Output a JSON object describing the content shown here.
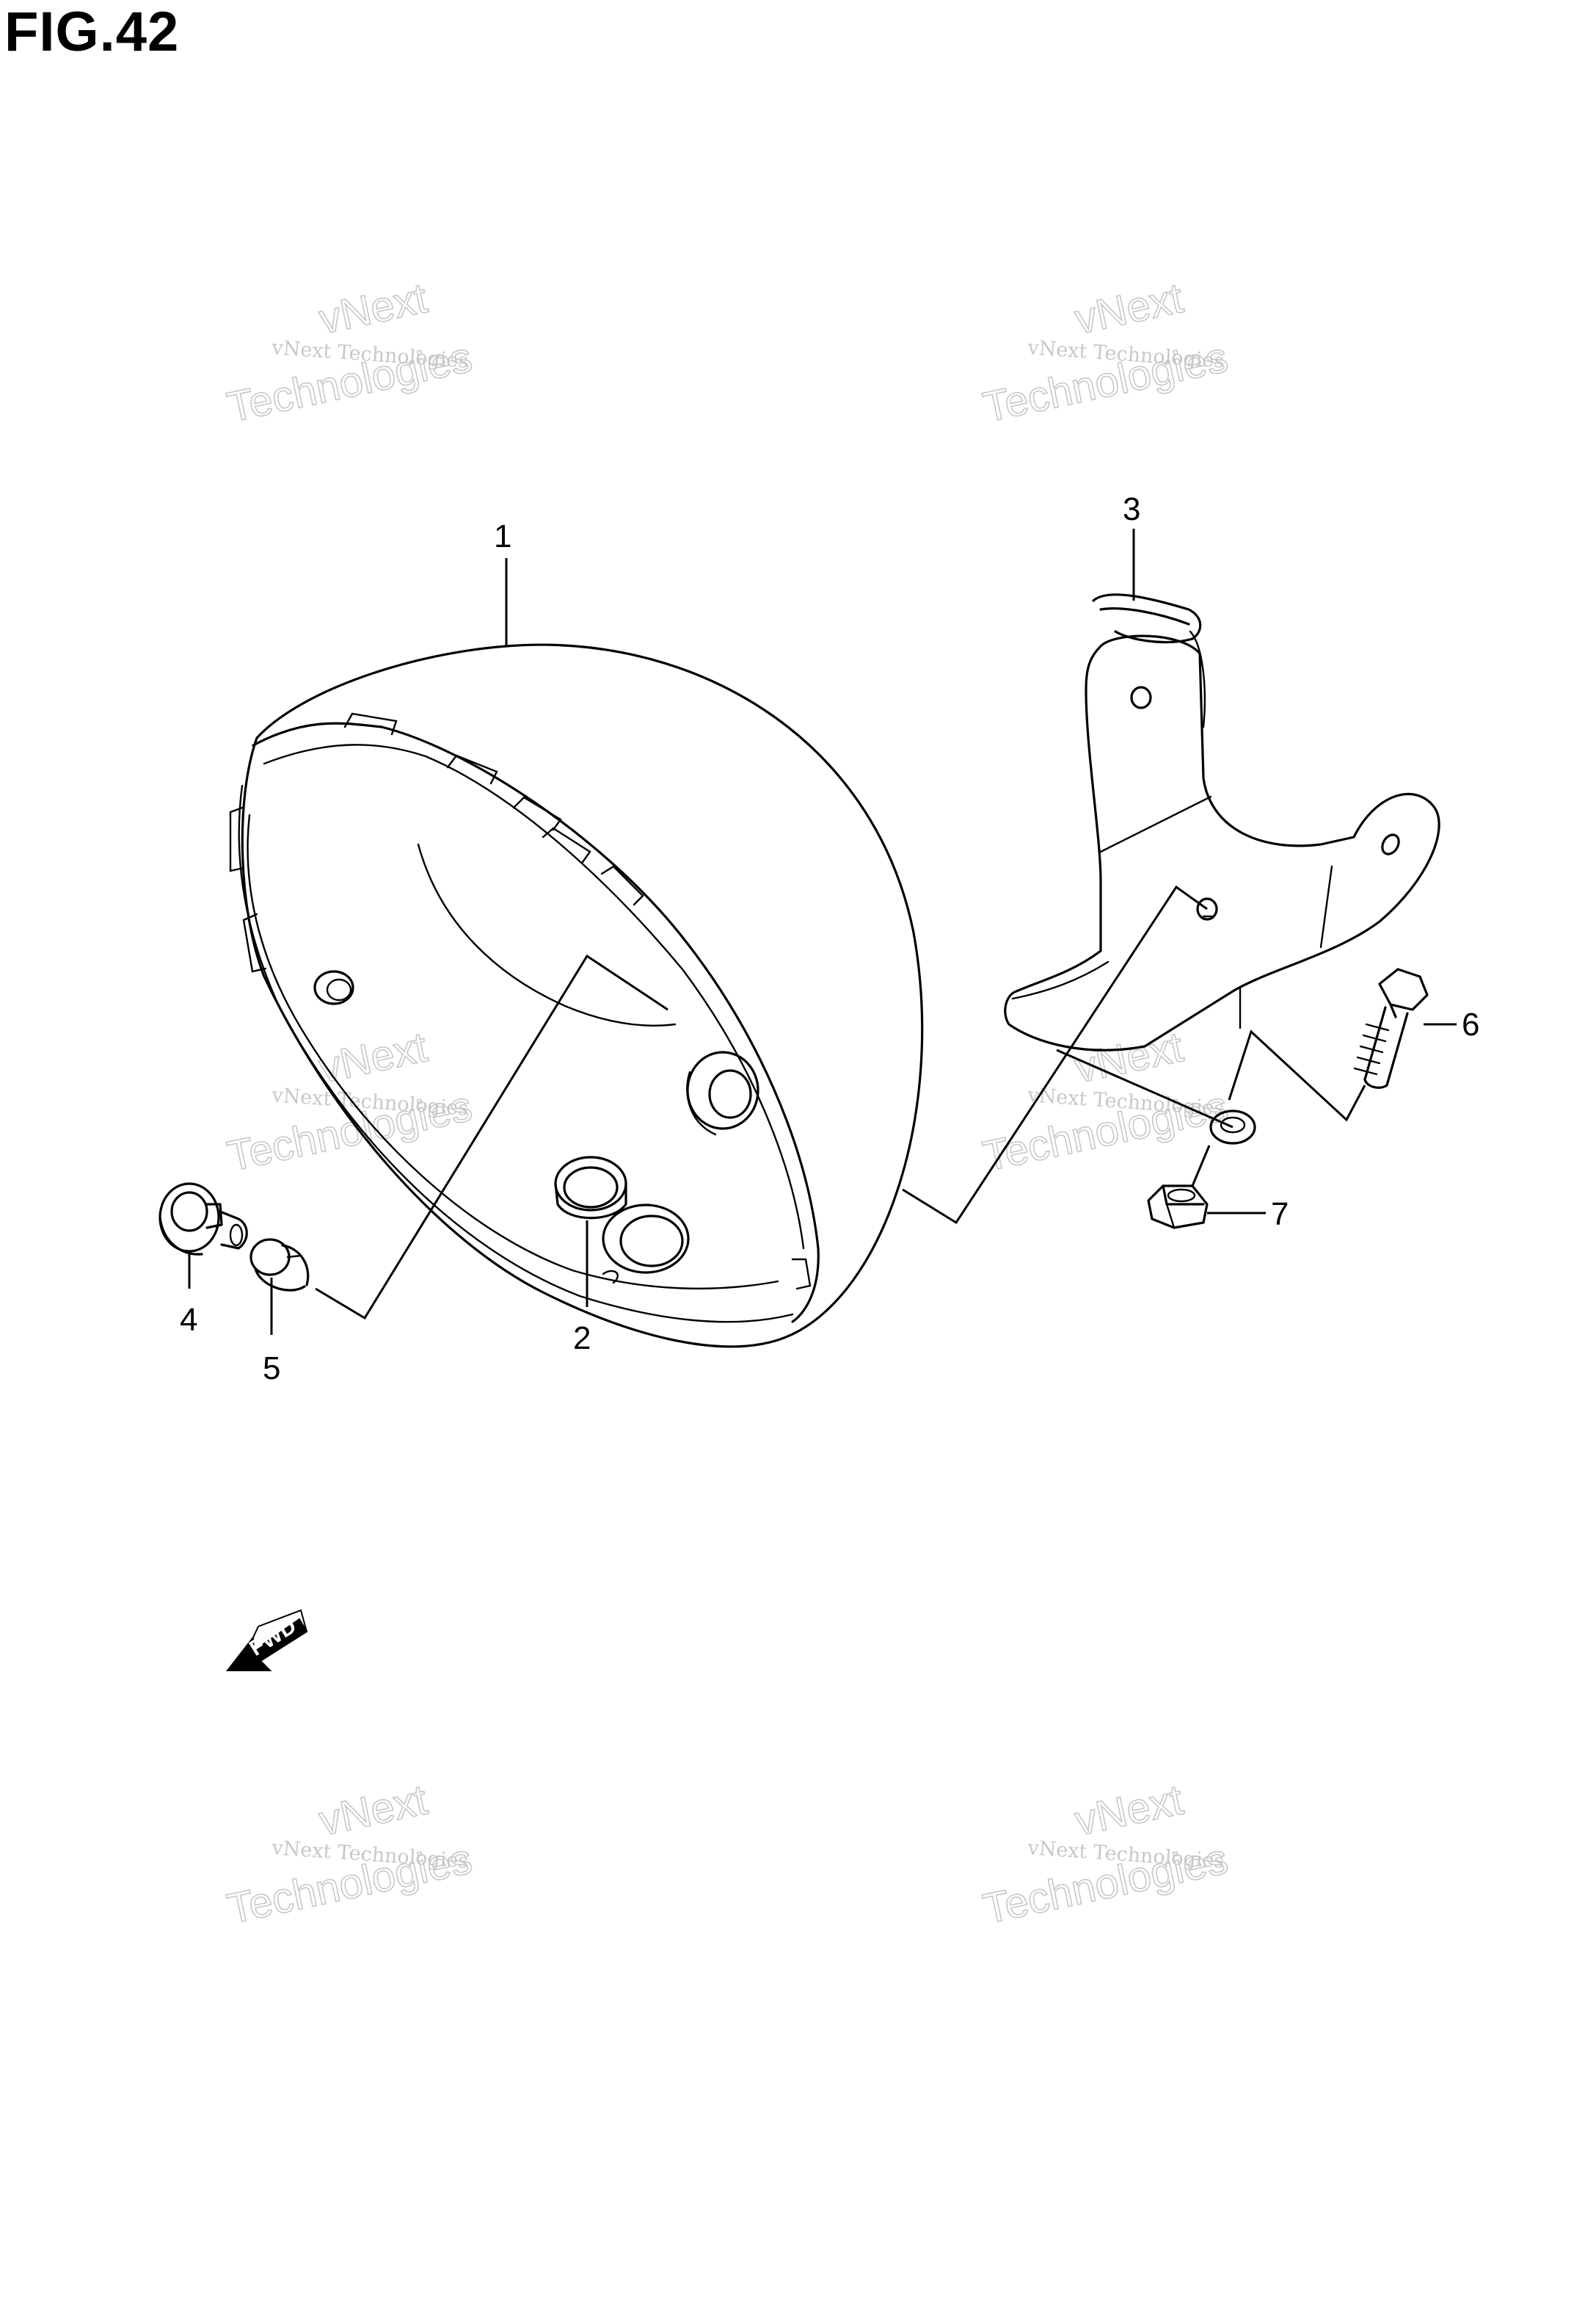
{
  "figure": {
    "title": "FIG.42"
  },
  "callouts": [
    {
      "id": "1",
      "label": "1"
    },
    {
      "id": "2",
      "label": "2"
    },
    {
      "id": "3",
      "label": "3"
    },
    {
      "id": "4",
      "label": "4"
    },
    {
      "id": "5",
      "label": "5"
    },
    {
      "id": "6",
      "label": "6"
    },
    {
      "id": "7",
      "label": "7"
    }
  ],
  "watermark": {
    "line1": "vNext Technologies",
    "line2": "vNext",
    "line3": "Technologies"
  },
  "direction_marker": {
    "label": "FWD"
  }
}
